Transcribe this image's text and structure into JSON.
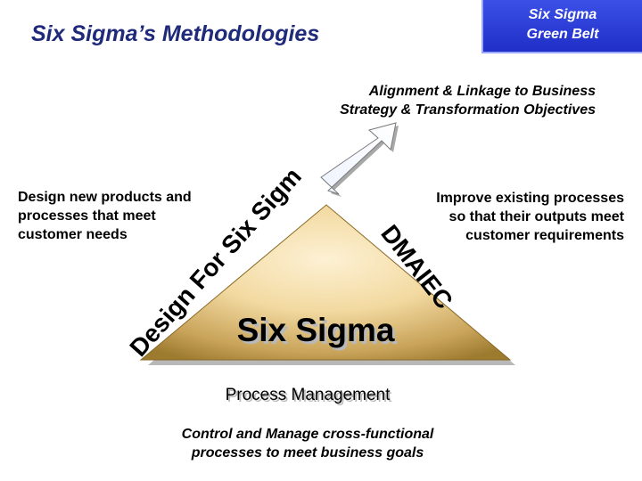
{
  "header": {
    "title": "Six Sigma’s Methodologies",
    "badge_line1": "Six Sigma",
    "badge_line2": "Green Belt"
  },
  "diagram": {
    "top_label_line1": "Alignment & Linkage to Business",
    "top_label_line2": "Strategy & Transformation Objectives",
    "left_label_line1": "Design new products and",
    "left_label_line2": "processes that meet",
    "left_label_line3": "customer needs",
    "right_label_line1": "Improve existing processes",
    "right_label_line2": "so that their outputs meet",
    "right_label_line3": "customer requirements",
    "left_side_text": "Design For Six Sigma",
    "right_side_text": "DMAIEC",
    "center_text": "Six Sigma",
    "bottom_label": "Process Management",
    "bottom_caption_line1": "Control and Manage cross-functional",
    "bottom_caption_line2": "processes to meet business goals"
  },
  "colors": {
    "title": "#1f2a7a",
    "badge": "#2a3bd8",
    "triangle_light": "#fbe8c2",
    "triangle_dark": "#9c7a2e"
  }
}
